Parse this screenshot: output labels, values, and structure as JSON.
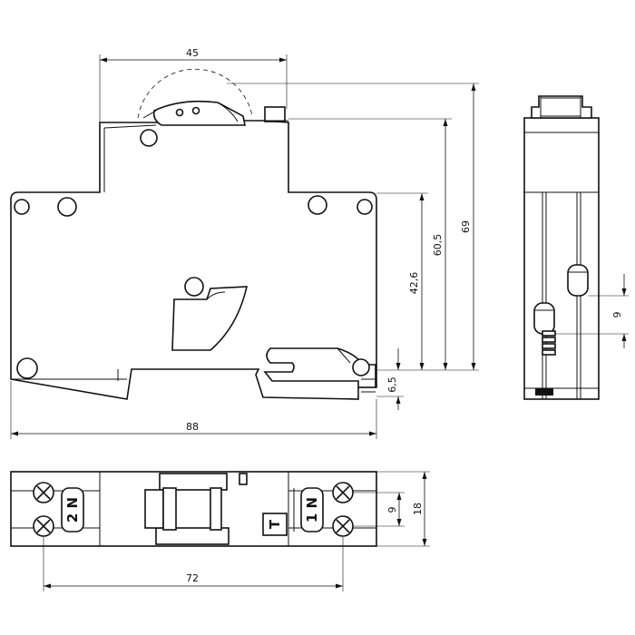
{
  "dimensions": {
    "width_45": "45",
    "height_69": "69",
    "height_60_5": "60,5",
    "height_42_6": "42,6",
    "rail_6_5": "6,5",
    "width_88": "88",
    "side_9": "9",
    "terminal_pitch_72": "72",
    "bottom_9": "9",
    "bottom_18": "18"
  },
  "terminal_labels": {
    "left": "2 N",
    "right": "1 N",
    "test": "T"
  }
}
